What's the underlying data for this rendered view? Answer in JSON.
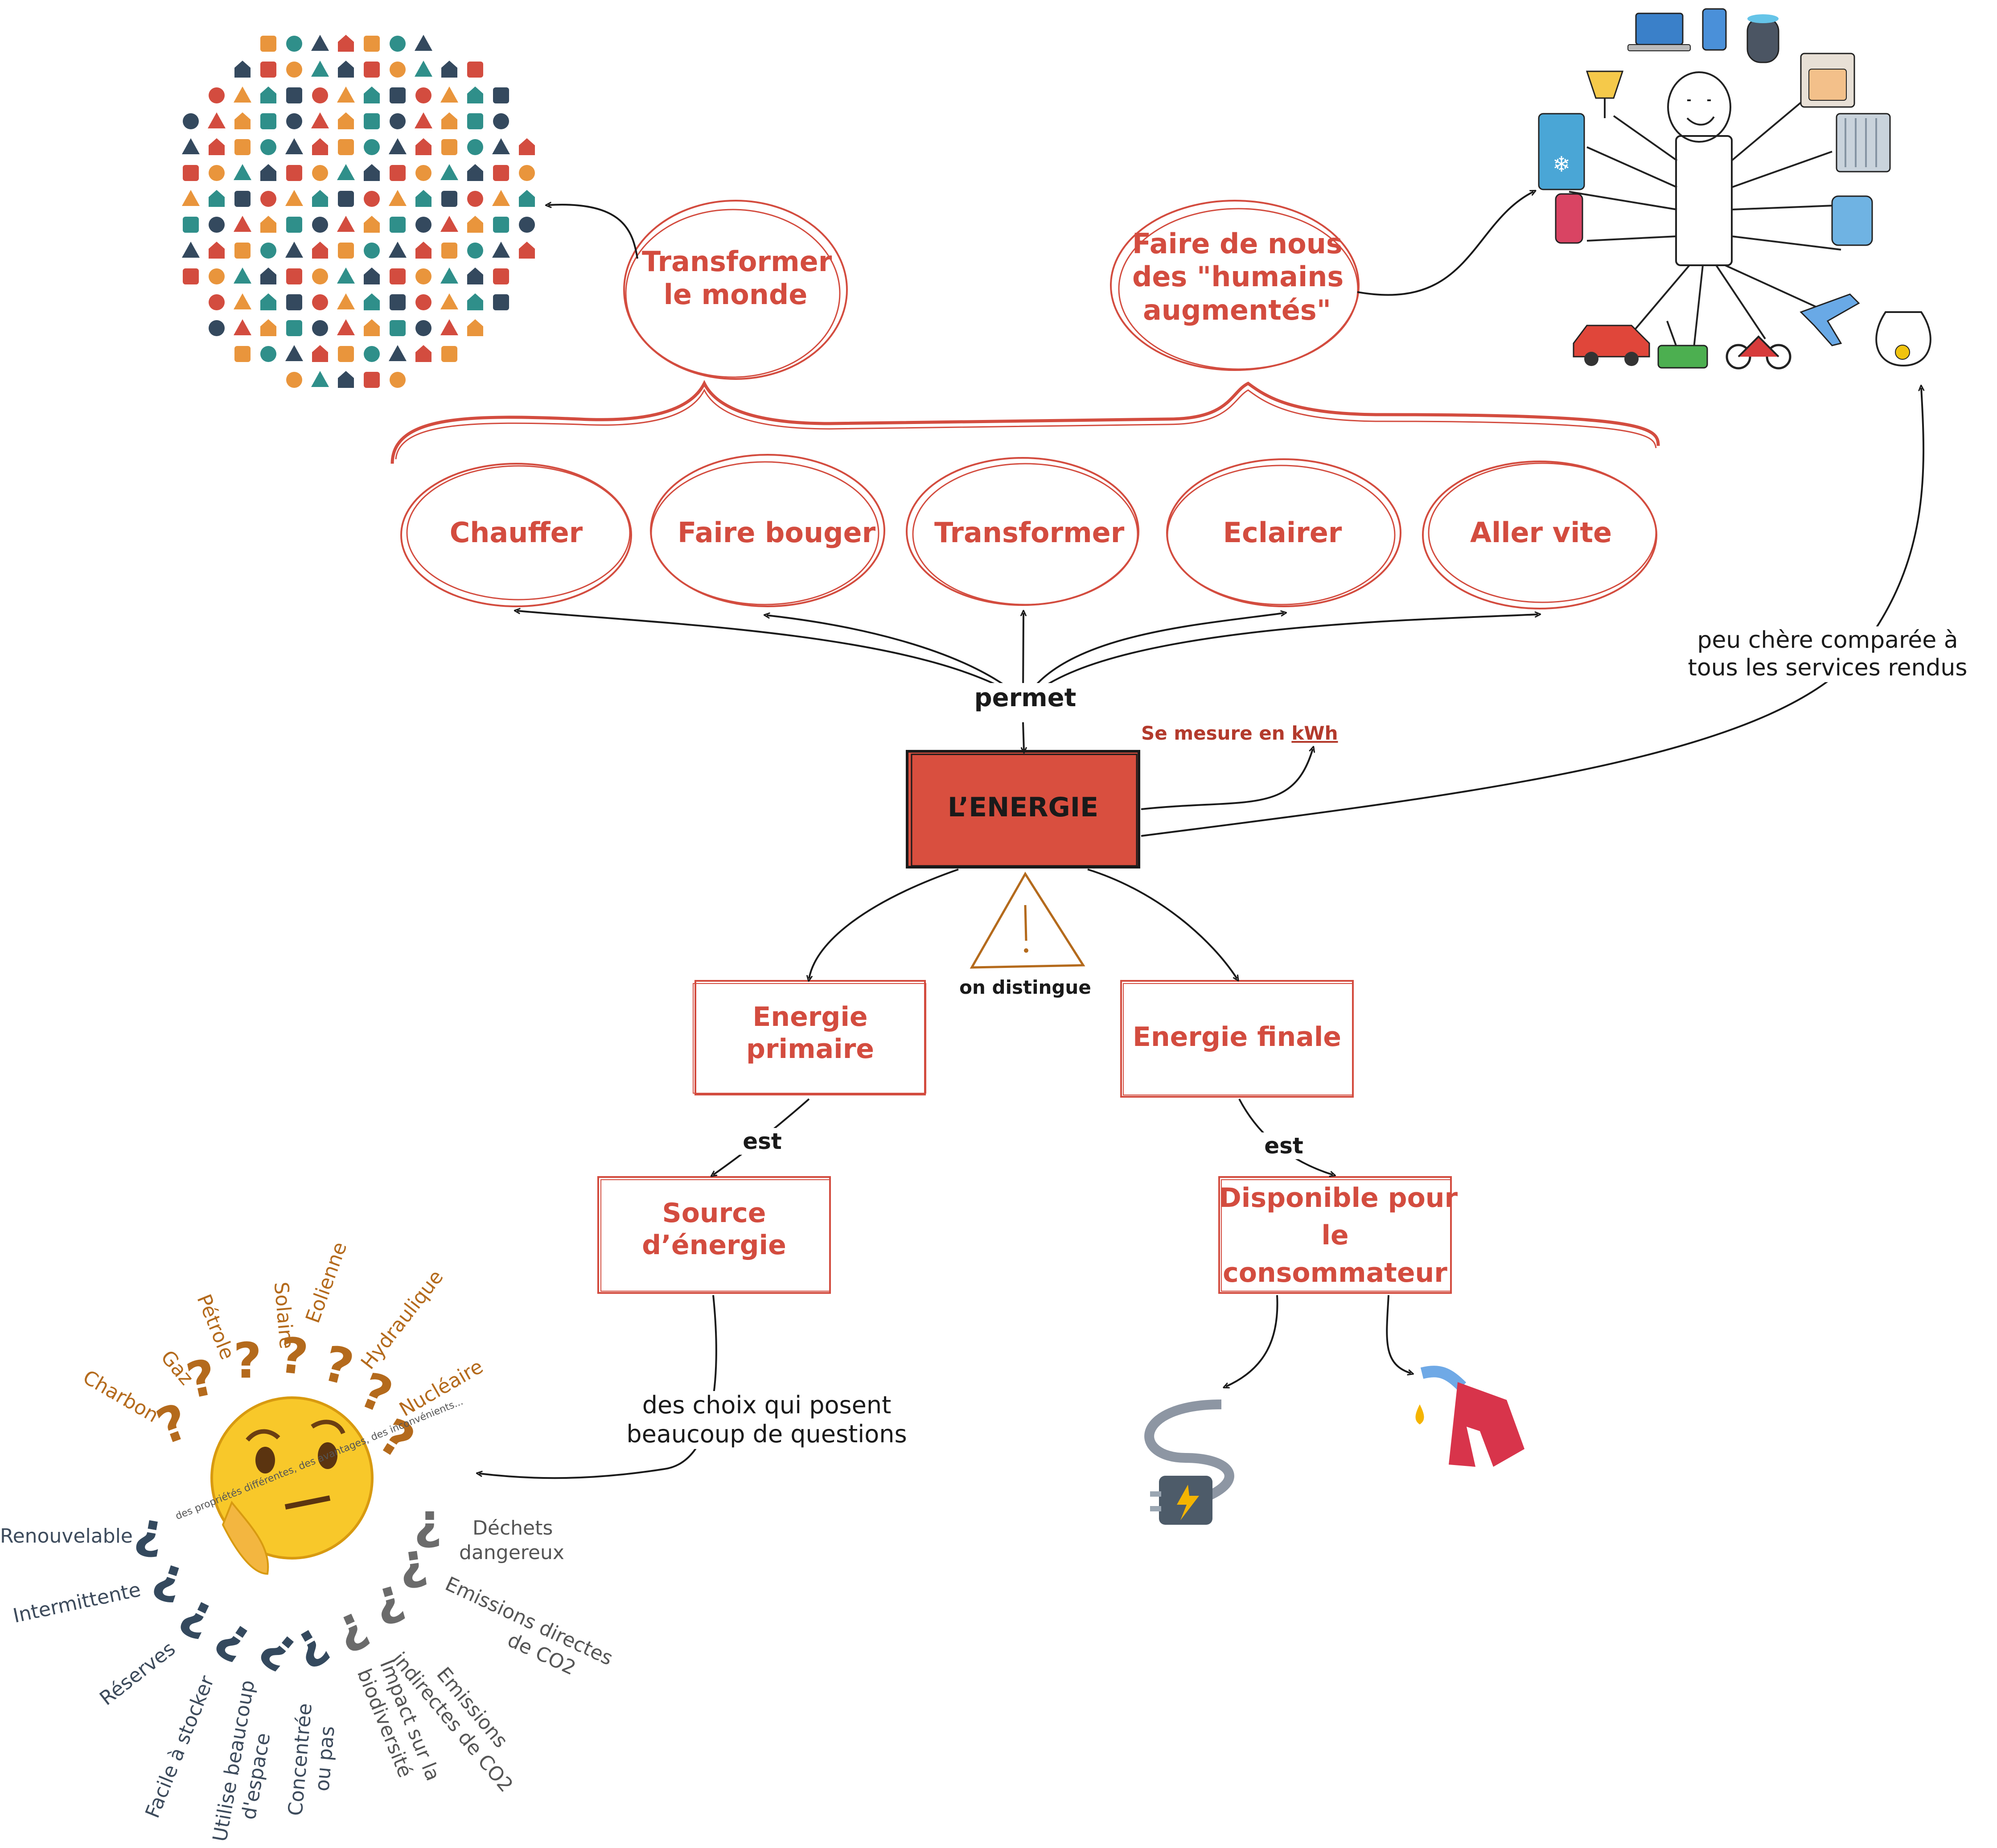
{
  "center": {
    "label": "L’ENERGIE",
    "fill": "#d94f3f"
  },
  "measure": {
    "prefix": "Se mesure en ",
    "unit": "kWh"
  },
  "relations": {
    "permet": "permet",
    "distinguish": "on distingue",
    "est1": "est",
    "est2": "est"
  },
  "functions": [
    {
      "label": "Chauffer"
    },
    {
      "label": "Faire bouger"
    },
    {
      "label": "Transformer"
    },
    {
      "label": "Eclairer"
    },
    {
      "label": "Aller vite"
    }
  ],
  "outcomes": {
    "transform_world": [
      "Transformer",
      "le monde"
    ],
    "augmented": [
      "Faire de nous",
      "des \"humains",
      "augmentés\""
    ]
  },
  "cheap_note": [
    "peu chère comparée à",
    "tous les services rendus"
  ],
  "energy_types": {
    "primary": [
      "Energie",
      "primaire"
    ],
    "final": [
      "Energie finale"
    ]
  },
  "source": [
    "Source",
    "d’énergie"
  ],
  "available": [
    "Disponible pour",
    "le",
    "consommateur"
  ],
  "choices_note": [
    "des choix qui posent",
    "beaucoup de questions"
  ],
  "sources_list": [
    "Charbon",
    "Gaz",
    "Pétrole",
    "Solaire",
    "Eolienne",
    "Hydraulique",
    "Nucléaire"
  ],
  "criteria_caption": "des propriétés différentes, des avantages, des inconvénients...",
  "criteria": [
    [
      "Renouvelable"
    ],
    [
      "Intermittente"
    ],
    [
      "Réserves"
    ],
    [
      "Facile à stocker"
    ],
    [
      "Utilise beaucoup",
      "d'espace"
    ],
    [
      "Concentrée",
      "ou pas"
    ],
    [
      "Impact sur la",
      "biodiversité"
    ],
    [
      "Emissions",
      "indirectes de CO2"
    ],
    [
      "Emissions directes",
      "de CO2"
    ],
    [
      "Déchets",
      "dangereux"
    ]
  ],
  "colors": {
    "red": "#d34c3f",
    "teal": "#2f8f8a",
    "orange": "#e9953c",
    "navy": "#34495e",
    "brown": "#b46a1c"
  }
}
